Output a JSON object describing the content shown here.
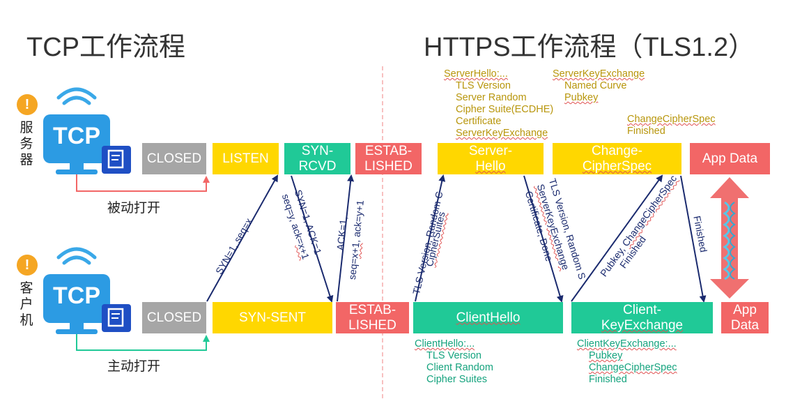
{
  "titles": {
    "tcp": "TCP工作流程",
    "https": "HTTPS工作流程（TLS1.2）"
  },
  "server": {
    "label": [
      "服",
      "务",
      "器"
    ],
    "icon_text": "TCP",
    "passive_open": "被动打开"
  },
  "client": {
    "label": [
      "客",
      "户",
      "机"
    ],
    "icon_text": "TCP",
    "active_open": "主动打开"
  },
  "tcp_states": {
    "server_closed": "CLOSED",
    "listen": "LISTEN",
    "syn_rcvd": [
      "SYN-",
      "RCVD"
    ],
    "server_estab": [
      "ESTAB-",
      "LISHED"
    ],
    "client_closed": "CLOSED",
    "syn_sent": "SYN-SENT",
    "client_estab": [
      "ESTAB-",
      "LISHED"
    ]
  },
  "tls_states": {
    "server_hello": [
      "Server-",
      "Hello"
    ],
    "change_cipher": [
      "Change-",
      "CipherSpec"
    ],
    "app_data_server": "App Data",
    "client_hello": "ClientHello",
    "client_key_exchange": [
      "Client-",
      "KeyExchange"
    ],
    "app_data_client": [
      "App",
      "Data"
    ]
  },
  "arrow_labels": {
    "syn": "SYN=1, seq=x",
    "synack_1": "SYN=1, ACK=1",
    "synack_2": "seq=y, ack=x+1",
    "ack_1": "ACK=1,",
    "ack_2": "seq=x+1, ack=y+1",
    "ch_1": "TLS Version, Random C",
    "ch_2": "CipherSuites",
    "sh_1": "TLS Version, Random S",
    "sh_2": "ServerKeyExchange",
    "sh_3": "Certificate, Done",
    "cke_1": "Pubkey, ChangeCipherSpec",
    "cke_2": "Finished",
    "fin": "Finished"
  },
  "notes": {
    "server_hello": [
      "ServerHello:...",
      "TLS Version",
      "Server Random",
      "Cipher Suite(ECDHE)",
      "Certificate",
      "ServerKeyExchange"
    ],
    "server_key_exchange": [
      "ServerKeyExchange",
      "Named Curve",
      "Pubkey"
    ],
    "change_cipher_spec": [
      "ChangeCipherSpec",
      "Finished"
    ],
    "client_hello": [
      "ClientHello:...",
      "TLS Version",
      "Client Random",
      "Cipher Suites"
    ],
    "client_key_exchange": [
      "ClientKeyExchange:...",
      "Pubkey",
      "ChangeCipherSpec",
      "Finished"
    ]
  },
  "colors": {
    "gray": "#a6a6a6",
    "yellow": "#ffd700",
    "green": "#20c997",
    "red": "#f26666",
    "arrow": "#1a2a6e",
    "note_yellow": "#b8960c",
    "note_green": "#15a37e"
  }
}
